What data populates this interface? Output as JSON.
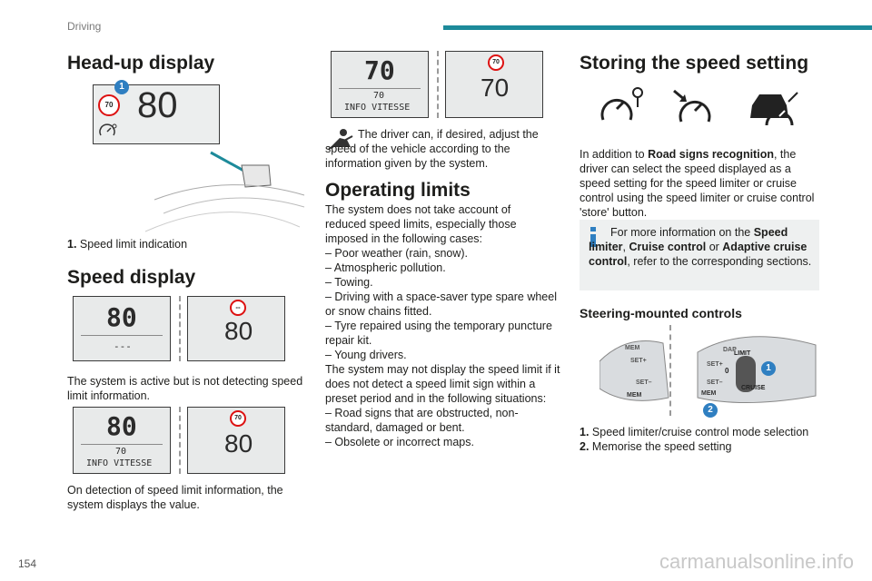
{
  "header": {
    "section": "Driving"
  },
  "page_number": "154",
  "footer_url": "carmanualsonline.info",
  "col1": {
    "hud_title": "Head-up display",
    "hud_display": {
      "sign": "70",
      "speed": "80",
      "callout": "1"
    },
    "hud_caption_num": "1.",
    "hud_caption": "Speed limit indication",
    "speed_title": "Speed display",
    "display_a": {
      "left_speed": "80",
      "left_sub": "---",
      "right_sign": "--",
      "right_speed": "80"
    },
    "text_a": "The system is active but is not detecting speed limit information.",
    "display_b": {
      "left_speed": "80",
      "left_sub1": "70",
      "left_sub2": "INFO VITESSE",
      "right_sign": "70",
      "right_speed": "80"
    },
    "text_b": "On detection of speed limit information, the system displays the value."
  },
  "col2": {
    "display_c": {
      "left_speed": "70",
      "left_sub1": "70",
      "left_sub2": "INFO VITESSE",
      "right_sign": "70",
      "right_speed": "70"
    },
    "driver_text": "The driver can, if desired, adjust the speed of the vehicle according to the information given by the system.",
    "limits_title": "Operating limits",
    "limits_intro": "The system does not take account of reduced speed limits, especially those imposed in the following cases:",
    "limits_items": [
      "– Poor weather (rain, snow).",
      "– Atmospheric pollution.",
      "– Towing.",
      "– Driving with a space-saver type spare wheel or snow chains fitted.",
      "– Tyre repaired using the temporary puncture repair kit.",
      "– Young drivers."
    ],
    "limits_para2": "The system may not display the speed limit if it does not detect a speed limit sign within a preset period and in the following situations:",
    "limits_items2": [
      "– Road signs that are obstructed, non-standard, damaged or bent.",
      "– Obsolete or incorrect maps."
    ]
  },
  "col3": {
    "storing_title": "Storing the speed setting",
    "storing_text_pre": "In addition to ",
    "storing_text_bold": "Road signs recognition",
    "storing_text_post": ", the driver can select the speed displayed as a speed setting for the speed limiter or cruise control using the speed limiter or cruise control 'store' button.",
    "info_pre": "For more information on the ",
    "info_b1": "Speed limiter",
    "info_sep1": ", ",
    "info_b2": "Cruise control",
    "info_sep2": " or ",
    "info_b3": "Adaptive cruise control",
    "info_post": ", refer to the corresponding sections.",
    "controls_title": "Steering-mounted controls",
    "stalk_labels": {
      "mem": "MEM",
      "set_plus": "SET+",
      "set_minus": "SET–",
      "limit": "LIMIT",
      "zero": "0",
      "cruise": "CRUISE",
      "dap": "DAP"
    },
    "callout1": "1",
    "callout2": "2",
    "cap1_num": "1.",
    "cap1": "Speed limiter/cruise control mode selection",
    "cap2_num": "2.",
    "cap2": "Memorise the speed setting"
  },
  "colors": {
    "accent": "#1d8a9a",
    "sign_red": "#dd1111",
    "info_blue": "#2f7fc1"
  }
}
